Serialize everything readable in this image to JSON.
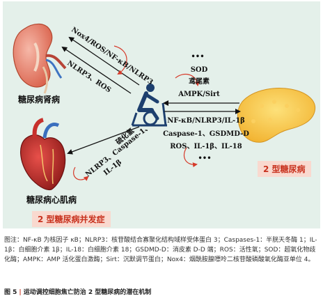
{
  "figure": {
    "organs": {
      "kidney": "糖尿病肾病",
      "heart": "糖尿病心肌病",
      "pancreas": "2 型糖尿病"
    },
    "tags": {
      "complications": "2 型糖尿病并发症"
    },
    "arrows": {
      "to_kidney_top": "Nox4/ROS/NF-κB/NLRP3",
      "to_kidney_bottom": "NLRP3、ROS",
      "h2s": "硫化氢",
      "to_heart": "NLRP3、Caspase-1、",
      "to_heart_2": "IL-1β",
      "up_dots": "•••",
      "up_1": "SOD",
      "up_2": "鸢尾素",
      "up_3": "AMPK/Sirt",
      "down_1": "NF-κB/NLRP3/IL-1β",
      "down_2": "Caspase-1、GSDMD-D",
      "down_3": "ROS、IL-1β、IL-18",
      "down_dots": "•••"
    },
    "icons": {
      "kidney": "kidney-icon",
      "heart": "heart-icon",
      "cyclist": "cyclist-icon",
      "pancreas": "pancreas-icon"
    },
    "colors": {
      "background": "#e4f0ea",
      "tag_fill": "#f9d9cf",
      "tag_text": "#c8321e",
      "curve_red": "#d63a2a",
      "cyclist_blue": "#1d3f6e"
    }
  },
  "caption": {
    "abbreviations": "图注：NF-κB 为核因子 κB；NLRP3：核苷酸结合寡聚化结构域样受体蛋白 3；Caspases-1：半胱天冬酶 1；IL-1β：白细胞介素 1β；IL-18：白细胞介素 18；GSDMD-D：消皮素 D-D 端；ROS：活性氧；SOD：超氧化物歧化酶；AMPK：AMP 活化蛋白激酶；Sirt：沉默调节蛋白；Nox4：烟酰胺腺嘌呤二核苷酸磷酸氧化酶亚单位 4。",
    "fig_label": "图 5",
    "fig_sep": "|",
    "fig_title": "运动调控细胞焦亡防治 2 型糖尿病的潜在机制"
  }
}
